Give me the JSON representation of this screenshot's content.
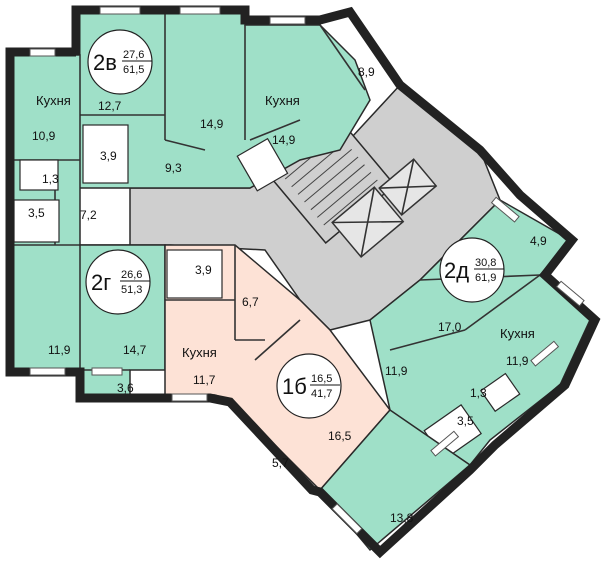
{
  "units": [
    {
      "id": "2v",
      "type": "2в",
      "living": "27,6",
      "total": "61,5"
    },
    {
      "id": "2g",
      "type": "2г",
      "living": "26,6",
      "total": "51,3"
    },
    {
      "id": "1b",
      "type": "1б",
      "living": "16,5",
      "total": "41,7"
    },
    {
      "id": "2d",
      "type": "2д",
      "living": "30,8",
      "total": "61,9"
    }
  ],
  "rooms": {
    "r_10_9": "10,9",
    "r_1_3_left": "1,3",
    "r_3_5_left": "3,5",
    "r_7_2": "7,2",
    "r_11_9_left": "11,9",
    "r_12_7": "12,7",
    "r_3_9_top": "3,9",
    "r_9_3": "9,3",
    "r_14_9_a": "14,9",
    "r_14_9_b": "14,9",
    "r_8_9": "8,9",
    "r_14_7": "14,7",
    "r_3_6": "3,6",
    "r_3_9_mid": "3,9",
    "r_6_7": "6,7",
    "r_11_7": "11,7",
    "r_16_5": "16,5",
    "r_5_7": "5,7",
    "r_4_9": "4,9",
    "r_17_0": "17,0",
    "r_11_9_mid": "11,9",
    "r_11_9_right": "11,9",
    "r_1_3_right": "1,3",
    "r_3_5_right": "3,5",
    "r_13_8": "13,8"
  },
  "kitchens": {
    "left": "Кухня",
    "top": "Кухня",
    "center": "Кухня",
    "right": "Кухня"
  },
  "colors": {
    "green": "#9fe0c8",
    "pink": "#fde2d6",
    "core": "#cfcfcf",
    "wall": "#222222"
  }
}
